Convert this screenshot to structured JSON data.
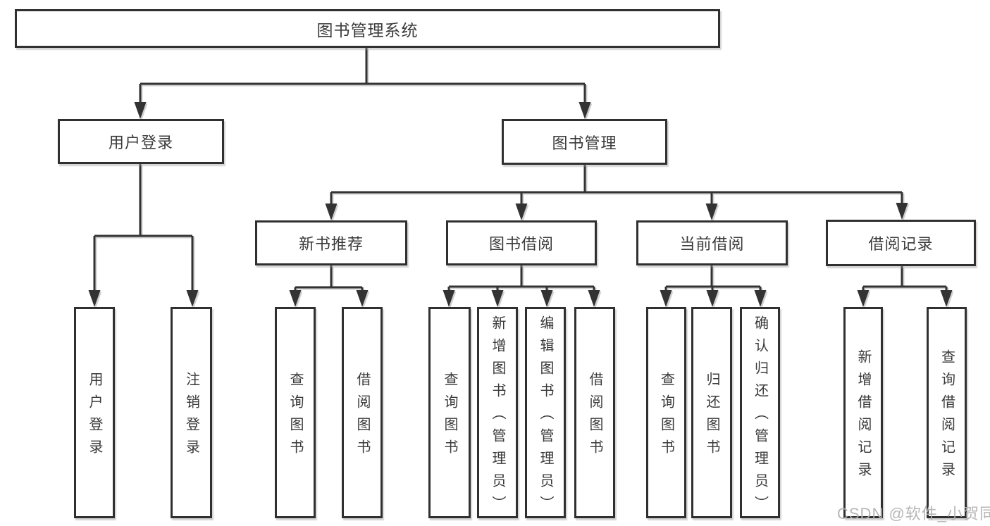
{
  "diagram_title": "图书管理系统",
  "tree": {
    "label": "图书管理系统",
    "children": [
      {
        "label": "用户登录",
        "children": [
          {
            "label": "用户登录"
          },
          {
            "label": "注销登录"
          }
        ]
      },
      {
        "label": "图书管理",
        "children": [
          {
            "label": "新书推荐",
            "children": [
              {
                "label": "查询图书"
              },
              {
                "label": "借阅图书"
              }
            ]
          },
          {
            "label": "图书借阅",
            "children": [
              {
                "label": "查询图书"
              },
              {
                "label": "新增图书（管理员）"
              },
              {
                "label": "编辑图书（管理员）"
              },
              {
                "label": "借阅图书"
              }
            ]
          },
          {
            "label": "当前借阅",
            "children": [
              {
                "label": "查询图书"
              },
              {
                "label": "归还图书"
              },
              {
                "label": "确认归还（管理员）"
              }
            ]
          },
          {
            "label": "借阅记录",
            "children": [
              {
                "label": "新增借阅记录"
              },
              {
                "label": "查询借阅记录"
              }
            ]
          }
        ]
      }
    ]
  },
  "watermark": {
    "text": "CSDN @软件_小贺同学",
    "color": "#b3b3b3"
  },
  "colors": {
    "line": "#333333",
    "box_border": "#303030",
    "box_fill": "#ffffff",
    "text": "#3a3a3a",
    "background": "#ffffff"
  }
}
